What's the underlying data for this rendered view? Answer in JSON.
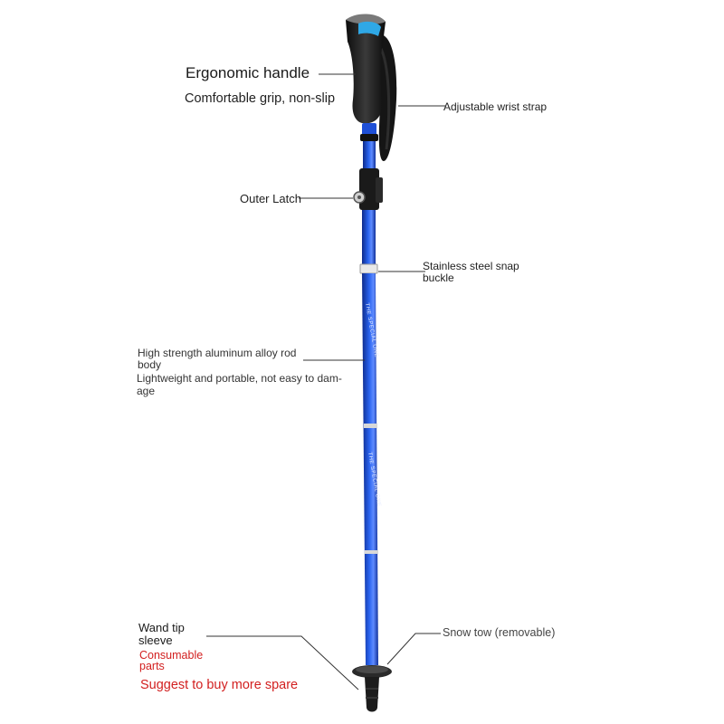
{
  "labels": {
    "ergonomic_handle": "Ergonomic handle",
    "grip": "Comfortable grip, non-slip",
    "wrist_strap": "Adjustable wrist strap",
    "outer_latch": "Outer Latch",
    "snap_buckle": "Stainless steel snap buckle",
    "rod_body": "High strength aluminum alloy rod body",
    "lightweight": "Lightweight and portable, not easy to dam-age",
    "tip_sleeve": "Wand tip sleeve",
    "consumable": "Consumable parts",
    "spare": "Suggest to buy more spare",
    "snow_tow": "Snow tow (removable)"
  },
  "pole_text": {
    "upper": "THE SPECIAL ONE",
    "lower": "THE SPECIAL ONE"
  },
  "colors": {
    "shaft": "#1e4fd6",
    "shaft_dark": "#0d2a8a",
    "grip": "#1b1b1b",
    "grip_accent": "#2fa8e6",
    "red_text": "#d21f1f"
  }
}
